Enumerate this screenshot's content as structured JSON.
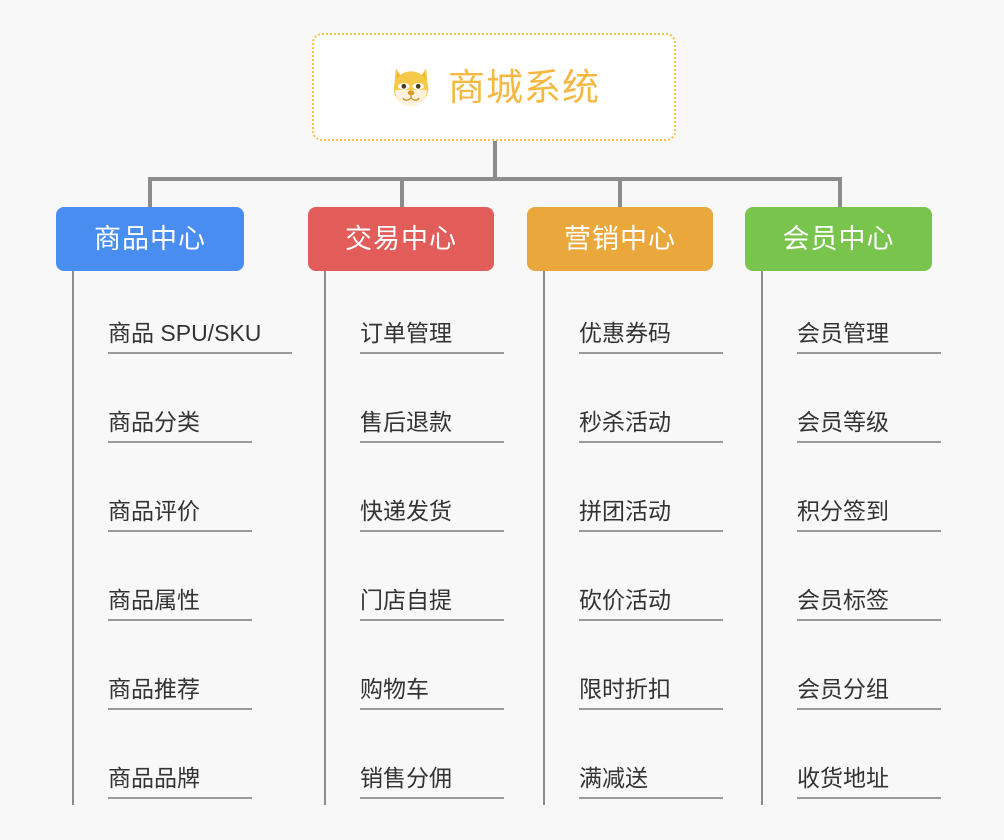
{
  "canvas": {
    "background": "#f8f8f8",
    "connector_color": "#8c8c8c"
  },
  "root": {
    "title": "商城系统",
    "icon": "dog-face-icon",
    "text_color": "#f5b942",
    "border_color": "#f3c14a",
    "background": "#ffffff"
  },
  "columns": [
    {
      "title": "商品中心",
      "color": "#4a8df0",
      "items": [
        {
          "label": "商品 SPU/SKU",
          "wide": true
        },
        {
          "label": "商品分类",
          "wide": false
        },
        {
          "label": "商品评价",
          "wide": false
        },
        {
          "label": "商品属性",
          "wide": false
        },
        {
          "label": "商品推荐",
          "wide": false
        },
        {
          "label": "商品品牌",
          "wide": false
        }
      ]
    },
    {
      "title": "交易中心",
      "color": "#e25c59",
      "items": [
        {
          "label": "订单管理",
          "wide": false
        },
        {
          "label": "售后退款",
          "wide": false
        },
        {
          "label": "快递发货",
          "wide": false
        },
        {
          "label": "门店自提",
          "wide": false
        },
        {
          "label": "购物车",
          "wide": false
        },
        {
          "label": "销售分佣",
          "wide": false
        }
      ]
    },
    {
      "title": "营销中心",
      "color": "#eaa83c",
      "items": [
        {
          "label": "优惠券码",
          "wide": false
        },
        {
          "label": "秒杀活动",
          "wide": false
        },
        {
          "label": "拼团活动",
          "wide": false
        },
        {
          "label": "砍价活动",
          "wide": false
        },
        {
          "label": "限时折扣",
          "wide": false
        },
        {
          "label": "满减送",
          "wide": false
        }
      ]
    },
    {
      "title": "会员中心",
      "color": "#79c44d",
      "items": [
        {
          "label": "会员管理",
          "wide": false
        },
        {
          "label": "会员等级",
          "wide": false
        },
        {
          "label": "积分签到",
          "wide": false
        },
        {
          "label": "会员标签",
          "wide": false
        },
        {
          "label": "会员分组",
          "wide": false
        },
        {
          "label": "收货地址",
          "wide": false
        }
      ]
    }
  ]
}
